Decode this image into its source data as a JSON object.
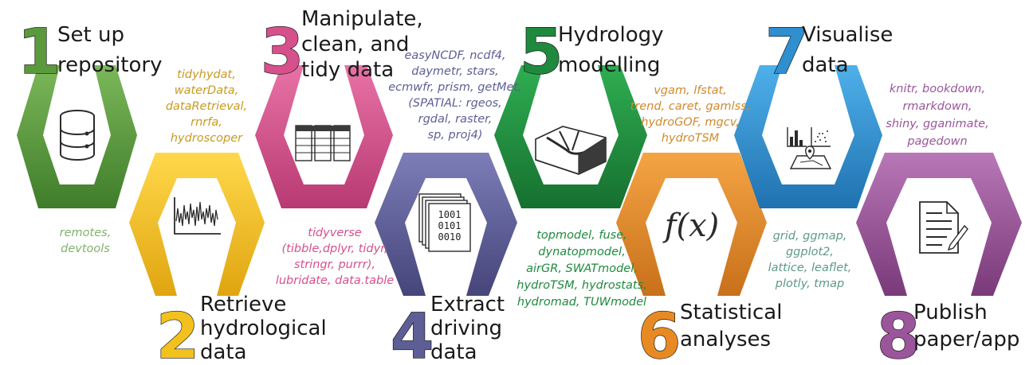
{
  "steps": [
    {
      "number": "1",
      "title": [
        "Set up",
        "repository"
      ],
      "packages": [
        "remotes,",
        "devtools"
      ],
      "color": "#5a9a3c",
      "icon": "database-icon"
    },
    {
      "number": "2",
      "title": [
        "Retrieve",
        "hydrological",
        "data"
      ],
      "packages": [
        "tidyhydat,",
        "waterData,",
        "dataRetrieval,",
        "rnrfa,",
        "hydroscoper"
      ],
      "color": "#f2c11d",
      "icon": "time-series-chart-icon"
    },
    {
      "number": "3",
      "title": [
        "Manipulate,",
        "clean, and",
        "tidy data"
      ],
      "packages": [
        "tidyverse",
        "(tibble,dplyr, tidyr,",
        "stringr, purrr),",
        "lubridate, data.table"
      ],
      "color": "#d6508b",
      "icon": "table-icon"
    },
    {
      "number": "4",
      "title": [
        "Extract",
        "driving",
        "data"
      ],
      "packages": [
        "easyNCDF, ncdf4,",
        "daymetr, stars,",
        "ecmwfr, prism, getMet,",
        "(SPATIAL: rgeos,",
        "rgdal, raster,",
        "sp, proj4)"
      ],
      "color": "#5e5e96",
      "icon": "binary-data-icon",
      "binary": [
        "1001",
        "0101",
        "0010"
      ]
    },
    {
      "number": "5",
      "title": [
        "Hydrology",
        "modelling"
      ],
      "packages": [
        "topmodel, fuse,",
        "dynatopmodel,",
        "airGR, SWATmodel,",
        "hydroTSM, hydrostats,",
        "hydromad, TUWmodel"
      ],
      "color": "#1f8a3e",
      "icon": "catchment-terrain-icon"
    },
    {
      "number": "6",
      "title": [
        "Statistical",
        "analyses"
      ],
      "packages": [
        "vgam, lfstat,",
        "trend, caret, gamlss,",
        "hydroGOF, mgcv,",
        "hydroTSM"
      ],
      "color": "#e88a23",
      "icon": "function-icon",
      "symbol": "f(x)"
    },
    {
      "number": "7",
      "title": [
        "Visualise",
        "data"
      ],
      "packages": [
        "grid, ggmap,",
        "ggplot2,",
        "lattice, leaflet,",
        "plotly, tmap"
      ],
      "color": "#2f8fcf",
      "icon": "visualisation-icon"
    },
    {
      "number": "8",
      "title": [
        "Publish",
        "paper/app"
      ],
      "packages": [
        "knitr, bookdown,",
        "rmarkdown,",
        "shiny, gganimate,",
        "pagedown"
      ],
      "color": "#9b559b",
      "icon": "document-icon"
    }
  ],
  "package_colors": {
    "step1": "#7fb36a",
    "step2": "#c99a22",
    "step3": "#d6508b",
    "step4": "#5e5e96",
    "step5": "#1f8a3e",
    "step6": "#d08a2e",
    "step7": "#5c9a8a",
    "step8": "#9b559b"
  }
}
